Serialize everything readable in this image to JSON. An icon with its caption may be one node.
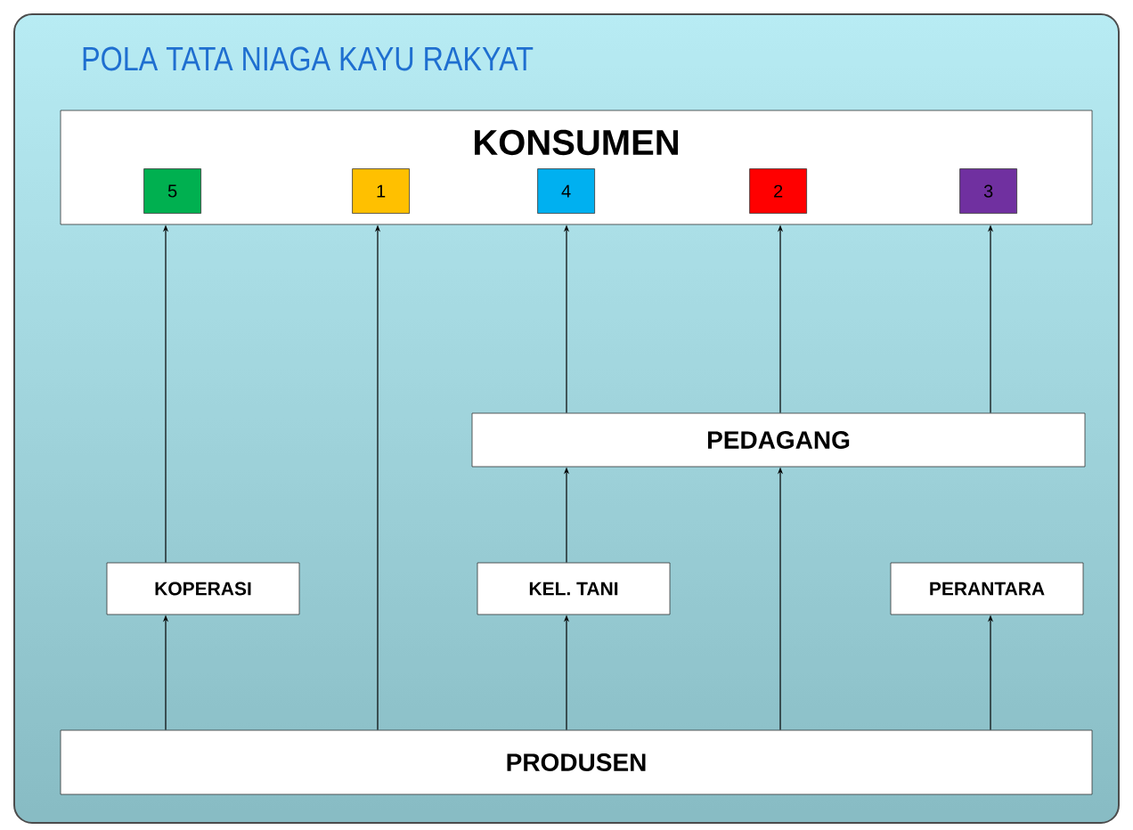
{
  "diagram": {
    "title": "POLA TATA NIAGA KAYU RAKYAT",
    "nodes": [
      {
        "text": [
          "KONSUMEN"
        ]
      },
      {
        "text": [
          "5"
        ],
        "in": 0
      },
      {
        "text": [
          "1"
        ],
        "in": 0
      },
      {
        "text": [
          "4"
        ],
        "in": 0
      },
      {
        "text": [
          "2"
        ],
        "in": 0
      },
      {
        "text": [
          "3"
        ],
        "in": 0
      },
      {
        "text": [
          "PEDAGANG"
        ]
      },
      {
        "text": [
          "KOPERASI"
        ]
      },
      {
        "text": [
          "KEL. TANI"
        ]
      },
      {
        "text": [
          "PERANTARA"
        ]
      },
      {
        "text": [
          "PRODUSEN"
        ]
      }
    ],
    "edges": [
      {
        "from": 10,
        "to": 7,
        "arrow": "to"
      },
      {
        "from": 7,
        "to": 0,
        "arrow": "to"
      },
      {
        "from": 10,
        "to": 0,
        "arrow": "to"
      },
      {
        "from": 10,
        "to": 8,
        "arrow": "to"
      },
      {
        "from": 8,
        "to": 6,
        "arrow": "to"
      },
      {
        "from": 6,
        "to": 0,
        "arrow": "to"
      },
      {
        "from": 10,
        "to": 6,
        "arrow": "to"
      },
      {
        "from": 6,
        "to": 0,
        "arrow": "to"
      },
      {
        "from": 10,
        "to": 9,
        "arrow": "to"
      },
      {
        "from": 6,
        "to": 0,
        "arrow": "to"
      }
    ]
  }
}
